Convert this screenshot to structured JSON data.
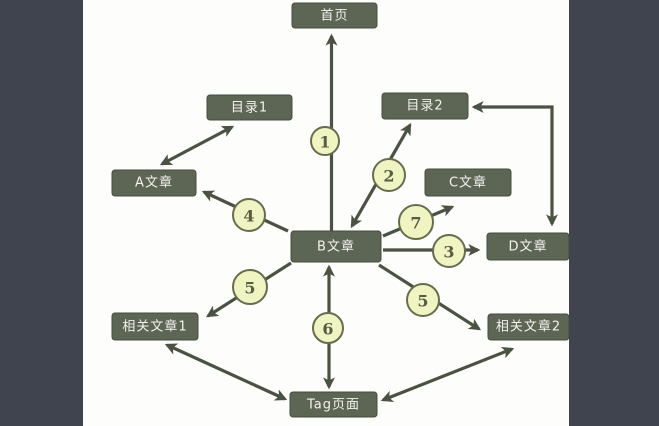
{
  "diagram": {
    "description": "Website internal link structure diagram on white canvas with dark slate side margins",
    "nodes": {
      "home": "首页",
      "dir1": "目录1",
      "dir2": "目录2",
      "article_a": "A文章",
      "article_b": "B文章",
      "article_c": "C文章",
      "article_d": "D文章",
      "related1": "相关文章1",
      "related2": "相关文章2",
      "tag": "Tag页面"
    },
    "badges": {
      "link1": "1",
      "link2": "2",
      "link3": "3",
      "link4": "4",
      "link5_left": "5",
      "link5_right": "5",
      "link6": "6",
      "link7": "7"
    },
    "edges": [
      {
        "from": "B文章",
        "to": "首页",
        "direction": "one-way",
        "badge": "1"
      },
      {
        "from": "B文章",
        "to": "目录2",
        "direction": "two-way",
        "badge": "2"
      },
      {
        "from": "B文章",
        "to": "D文章",
        "direction": "one-way",
        "badge": "3"
      },
      {
        "from": "B文章",
        "to": "A文章",
        "direction": "one-way",
        "badge": "4"
      },
      {
        "from": "B文章",
        "to": "相关文章1",
        "direction": "one-way",
        "badge": "5"
      },
      {
        "from": "B文章",
        "to": "相关文章2",
        "direction": "one-way",
        "badge": "5"
      },
      {
        "from": "B文章",
        "to": "Tag页面",
        "direction": "two-way",
        "badge": "6"
      },
      {
        "from": "B文章",
        "to": "C文章",
        "direction": "one-way",
        "badge": "7"
      },
      {
        "from": "A文章",
        "to": "目录1",
        "direction": "two-way",
        "badge": ""
      },
      {
        "from": "目录2",
        "to": "D文章",
        "direction": "two-way",
        "badge": ""
      },
      {
        "from": "相关文章1",
        "to": "Tag页面",
        "direction": "two-way",
        "badge": ""
      },
      {
        "from": "相关文章2",
        "to": "Tag页面",
        "direction": "two-way",
        "badge": ""
      }
    ],
    "colors": {
      "frame": "#3f444e",
      "canvas": "#fdfdfb",
      "node_fill": "#5d6655",
      "node_border": "#454d3c",
      "node_text": "#f3f3ee",
      "arrow": "#4a5244",
      "badge_fill": "#f0f4c3",
      "badge_border": "#656d4e",
      "badge_text": "#565d41"
    }
  }
}
